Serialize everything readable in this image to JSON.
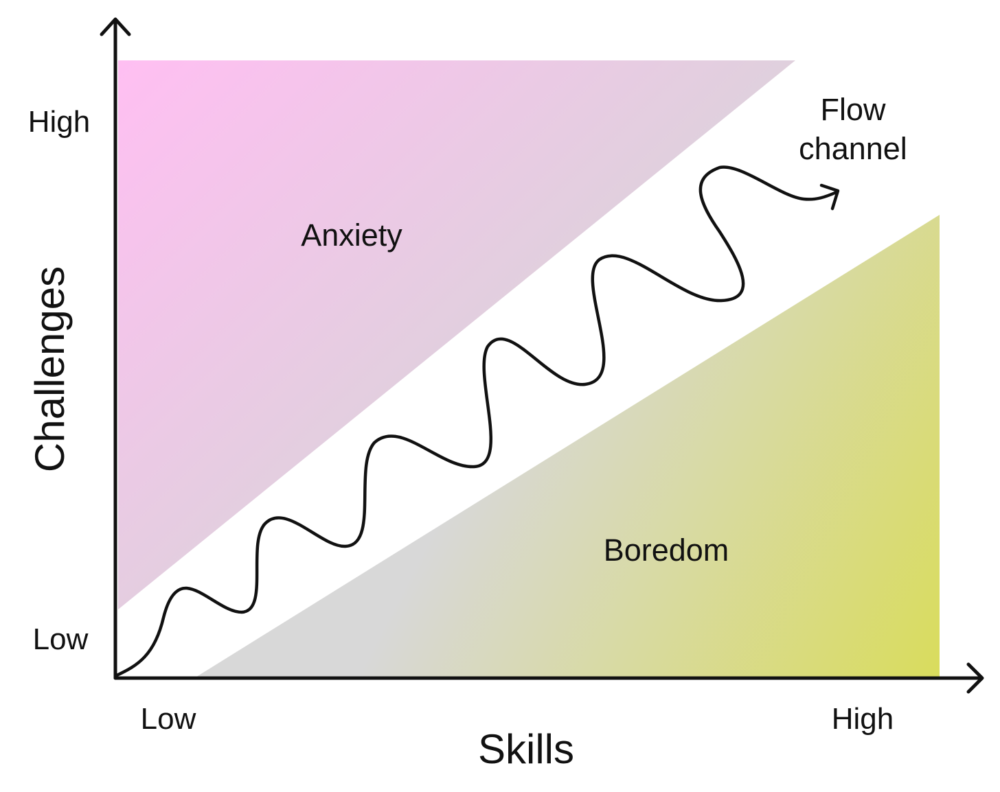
{
  "axes": {
    "y_title": "Challenges",
    "x_title": "Skills",
    "y_high": "High",
    "y_low": "Low",
    "x_low": "Low",
    "x_high": "High"
  },
  "regions": {
    "anxiety": "Anxiety",
    "boredom": "Boredom",
    "flow_line1": "Flow",
    "flow_line2": "channel"
  },
  "colors": {
    "anxiety_start": "#ffbff2",
    "anxiety_end": "#d8d4d8",
    "boredom_start": "#d8d8d8",
    "boredom_end": "#d9dc5c",
    "ink": "#111111"
  }
}
